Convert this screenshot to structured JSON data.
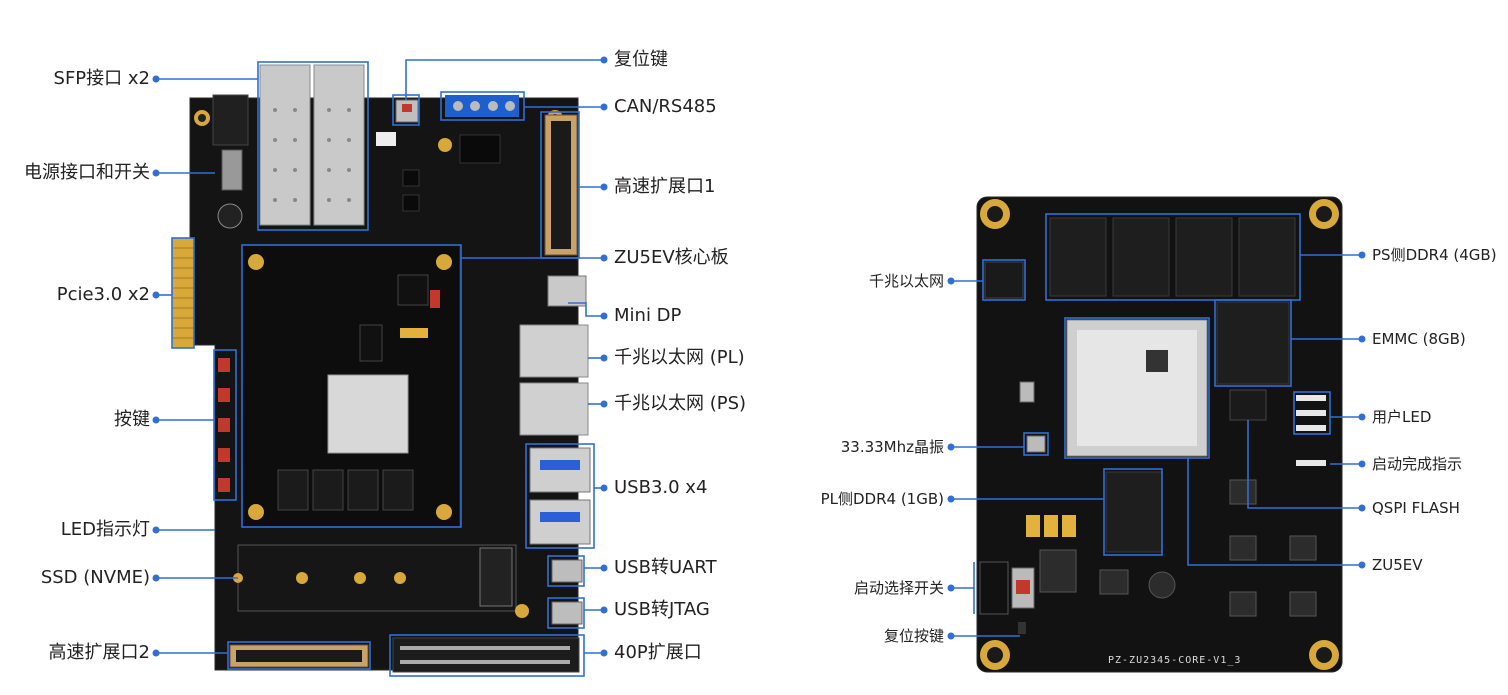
{
  "carrier_labels": {
    "sfp": "SFP接口 x2",
    "power": "电源接口和开关",
    "pcie": "Pcie3.0 x2",
    "keys": "按键",
    "led": "LED指示灯",
    "ssd": "SSD (NVME)",
    "hs_exp2": "高速扩展口2",
    "reset": "复位键",
    "can": "CAN/RS485",
    "hs_exp1": "高速扩展口1",
    "core": "ZU5EV核心板",
    "minidp": "Mini DP",
    "eth_pl": "千兆以太网 (PL)",
    "eth_ps": "千兆以太网 (PS)",
    "usb3": "USB3.0 x4",
    "usb_uart": "USB转UART",
    "usb_jtag": "USB转JTAG",
    "exp40": "40P扩展口"
  },
  "core_labels": {
    "eth": "千兆以太网",
    "xtal": "33.33Mhz晶振",
    "pl_ddr": "PL侧DDR4 (1GB)",
    "boot_sel": "启动选择开关",
    "reset_key": "复位按键",
    "ps_ddr": "PS侧DDR4 (4GB)",
    "emmc": "EMMC (8GB)",
    "user_led": "用户LED",
    "done_led": "启动完成指示",
    "qspi": "QSPI FLASH",
    "zu5ev": "ZU5EV"
  },
  "silkscreen": {
    "core_board_name": "PZ-ZU2345-CORE-V1_3"
  },
  "colors": {
    "pcb": "#121212",
    "leader": "#2f6fd6",
    "gold": "#d8a93a"
  }
}
